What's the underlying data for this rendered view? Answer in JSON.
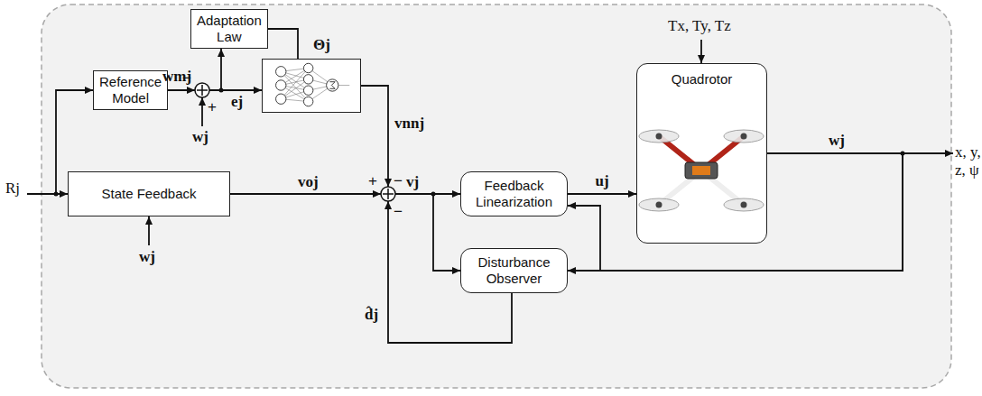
{
  "diagram": {
    "nodes": [
      {
        "text": [
          "Adaptation Law"
        ]
      },
      {
        "text": [
          "Reference Model"
        ]
      },
      {
        "text": [
          "Θj"
        ]
      },
      {
        "text": [
          "State Feedback"
        ]
      },
      {
        "text": [
          "Feedback Linearization"
        ]
      },
      {
        "text": [
          "Disturbance Observer"
        ]
      },
      {
        "text": [
          "Quadrotor"
        ]
      }
    ],
    "edges": [
      {
        "from": 0,
        "to": 2,
        "arrow": "none"
      },
      {
        "from": 4,
        "to": 6,
        "label": "uj",
        "arrow": "to"
      },
      {
        "from": 6,
        "to": 4,
        "arrow": "to"
      },
      {
        "from": 6,
        "to": 5,
        "arrow": "to"
      }
    ],
    "labels": [
      "Rj",
      "wmj",
      "−",
      "+",
      "wj",
      "ej",
      "vnnj",
      "−",
      "voj",
      "+",
      "wj",
      "vj",
      "−",
      "d̂j",
      "Tx, Ty, Tz",
      "wj",
      "x, y,",
      "z, ψ"
    ]
  }
}
